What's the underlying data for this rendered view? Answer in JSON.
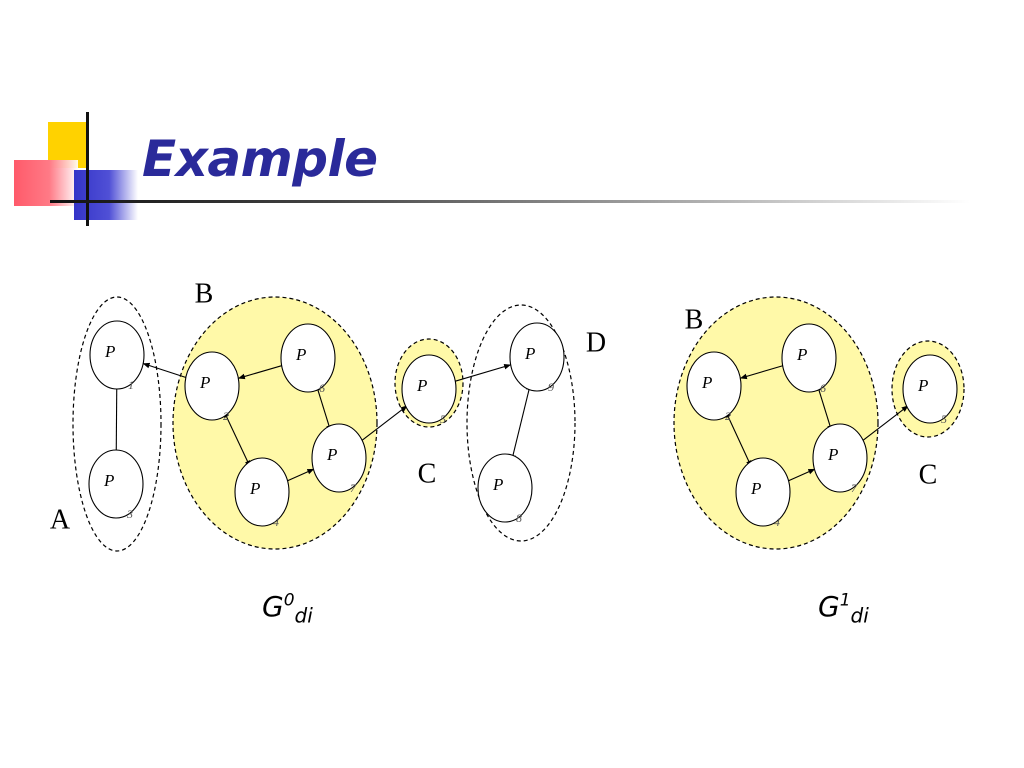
{
  "slide": {
    "title": "Example"
  },
  "graphs": [
    {
      "id": "g0",
      "caption": {
        "base": "G",
        "superscript": "0",
        "subscript": "di"
      },
      "groups": [
        {
          "id": "A",
          "label": "A",
          "fill": "none"
        },
        {
          "id": "B",
          "label": "B",
          "fill": "#fff9a8"
        },
        {
          "id": "C",
          "label": "C",
          "fill": "#fff9a8"
        },
        {
          "id": "D",
          "label": "D",
          "fill": "none"
        }
      ],
      "nodes": [
        {
          "id": "p1",
          "label": "P",
          "sub": "1"
        },
        {
          "id": "p3",
          "label": "P",
          "sub": "3"
        },
        {
          "id": "p2",
          "label": "P",
          "sub": "2"
        },
        {
          "id": "p6",
          "label": "P",
          "sub": "6"
        },
        {
          "id": "p4",
          "label": "P",
          "sub": "4"
        },
        {
          "id": "p7",
          "label": "P",
          "sub": "7"
        },
        {
          "id": "p5",
          "label": "P",
          "sub": "5"
        },
        {
          "id": "p9",
          "label": "P",
          "sub": "9"
        },
        {
          "id": "p8",
          "label": "P",
          "sub": "8"
        }
      ],
      "edges": [
        {
          "from": "p1",
          "to": "p3",
          "type": "bidirectional"
        },
        {
          "from": "p2",
          "to": "p1",
          "type": "directed"
        },
        {
          "from": "p6",
          "to": "p2",
          "type": "directed"
        },
        {
          "from": "p6",
          "to": "p7",
          "type": "bidirectional"
        },
        {
          "from": "p2",
          "to": "p4",
          "type": "bidirectional"
        },
        {
          "from": "p4",
          "to": "p7",
          "type": "directed"
        },
        {
          "from": "p7",
          "to": "p5",
          "type": "directed"
        },
        {
          "from": "p5",
          "to": "p9",
          "type": "directed"
        },
        {
          "from": "p9",
          "to": "p8",
          "type": "bidirectional"
        }
      ]
    },
    {
      "id": "g1",
      "caption": {
        "base": "G",
        "superscript": "1",
        "subscript": "di"
      },
      "groups": [
        {
          "id": "B",
          "label": "B",
          "fill": "#fff9a8"
        },
        {
          "id": "C",
          "label": "C",
          "fill": "#fff9a8"
        }
      ],
      "nodes": [
        {
          "id": "p2",
          "label": "P",
          "sub": "2"
        },
        {
          "id": "p6",
          "label": "P",
          "sub": "6"
        },
        {
          "id": "p4",
          "label": "P",
          "sub": "4"
        },
        {
          "id": "p7",
          "label": "P",
          "sub": "7"
        },
        {
          "id": "p5",
          "label": "P",
          "sub": "5"
        }
      ],
      "edges": [
        {
          "from": "p6",
          "to": "p2",
          "type": "directed"
        },
        {
          "from": "p6",
          "to": "p7",
          "type": "bidirectional"
        },
        {
          "from": "p2",
          "to": "p4",
          "type": "bidirectional"
        },
        {
          "from": "p4",
          "to": "p7",
          "type": "directed"
        },
        {
          "from": "p7",
          "to": "p5",
          "type": "directed"
        }
      ]
    }
  ]
}
